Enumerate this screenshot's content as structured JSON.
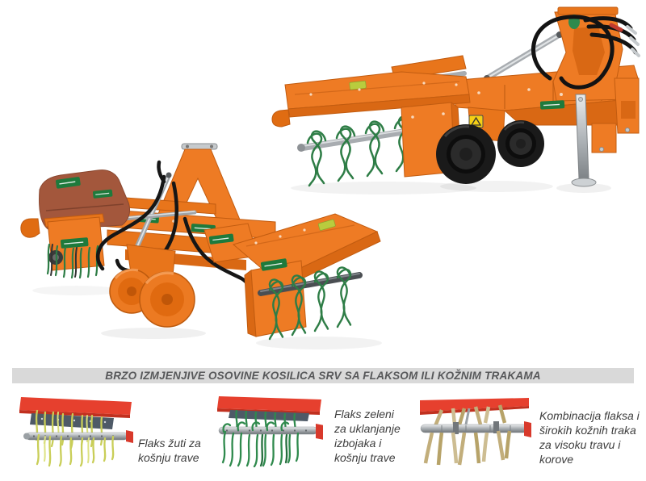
{
  "page": {
    "background": "#ffffff"
  },
  "banner": {
    "text": "BRZO IZMJENJIVE OSOVINE KOSILICA SRV SA FLAKSOM ILI KOŽNIM TRAKAMA",
    "bg": "#d9d9d9",
    "fg": "#57585a"
  },
  "figures": [
    {
      "id": "yellow-flax-shaft",
      "caption": "Flaks žuti za\nkošnju trave"
    },
    {
      "id": "green-flax-shaft",
      "caption": "Flaks zeleni\nza uklanjanje\nizbojaka i\nkošnju trave"
    },
    {
      "id": "flax-leather-strap-shaft",
      "caption": "Kombinacija flaksa i\nširokih kožnih traka\nza visoku travu i\nkorove"
    }
  ],
  "colors": {
    "page_bg": "#ffffff",
    "banner_bg": "#d9d9d9",
    "banner_text": "#57585a",
    "caption_text": "#3d3d3d",
    "machine_orange": "#ee7b24",
    "machine_orange_dark": "#d96814",
    "hood_red_brown": "#a3573c",
    "flax_green": "#2e7d46",
    "flax_yellow": "#c9ce58",
    "leather_tan": "#c2ae7b",
    "attachment_red": "#e6402e",
    "steel_silver": "#b7bbbf",
    "wheel_black": "#1a1a1a",
    "brand_sticker_green": "#1e7a3c",
    "warning_yellow": "#f5cf15"
  }
}
